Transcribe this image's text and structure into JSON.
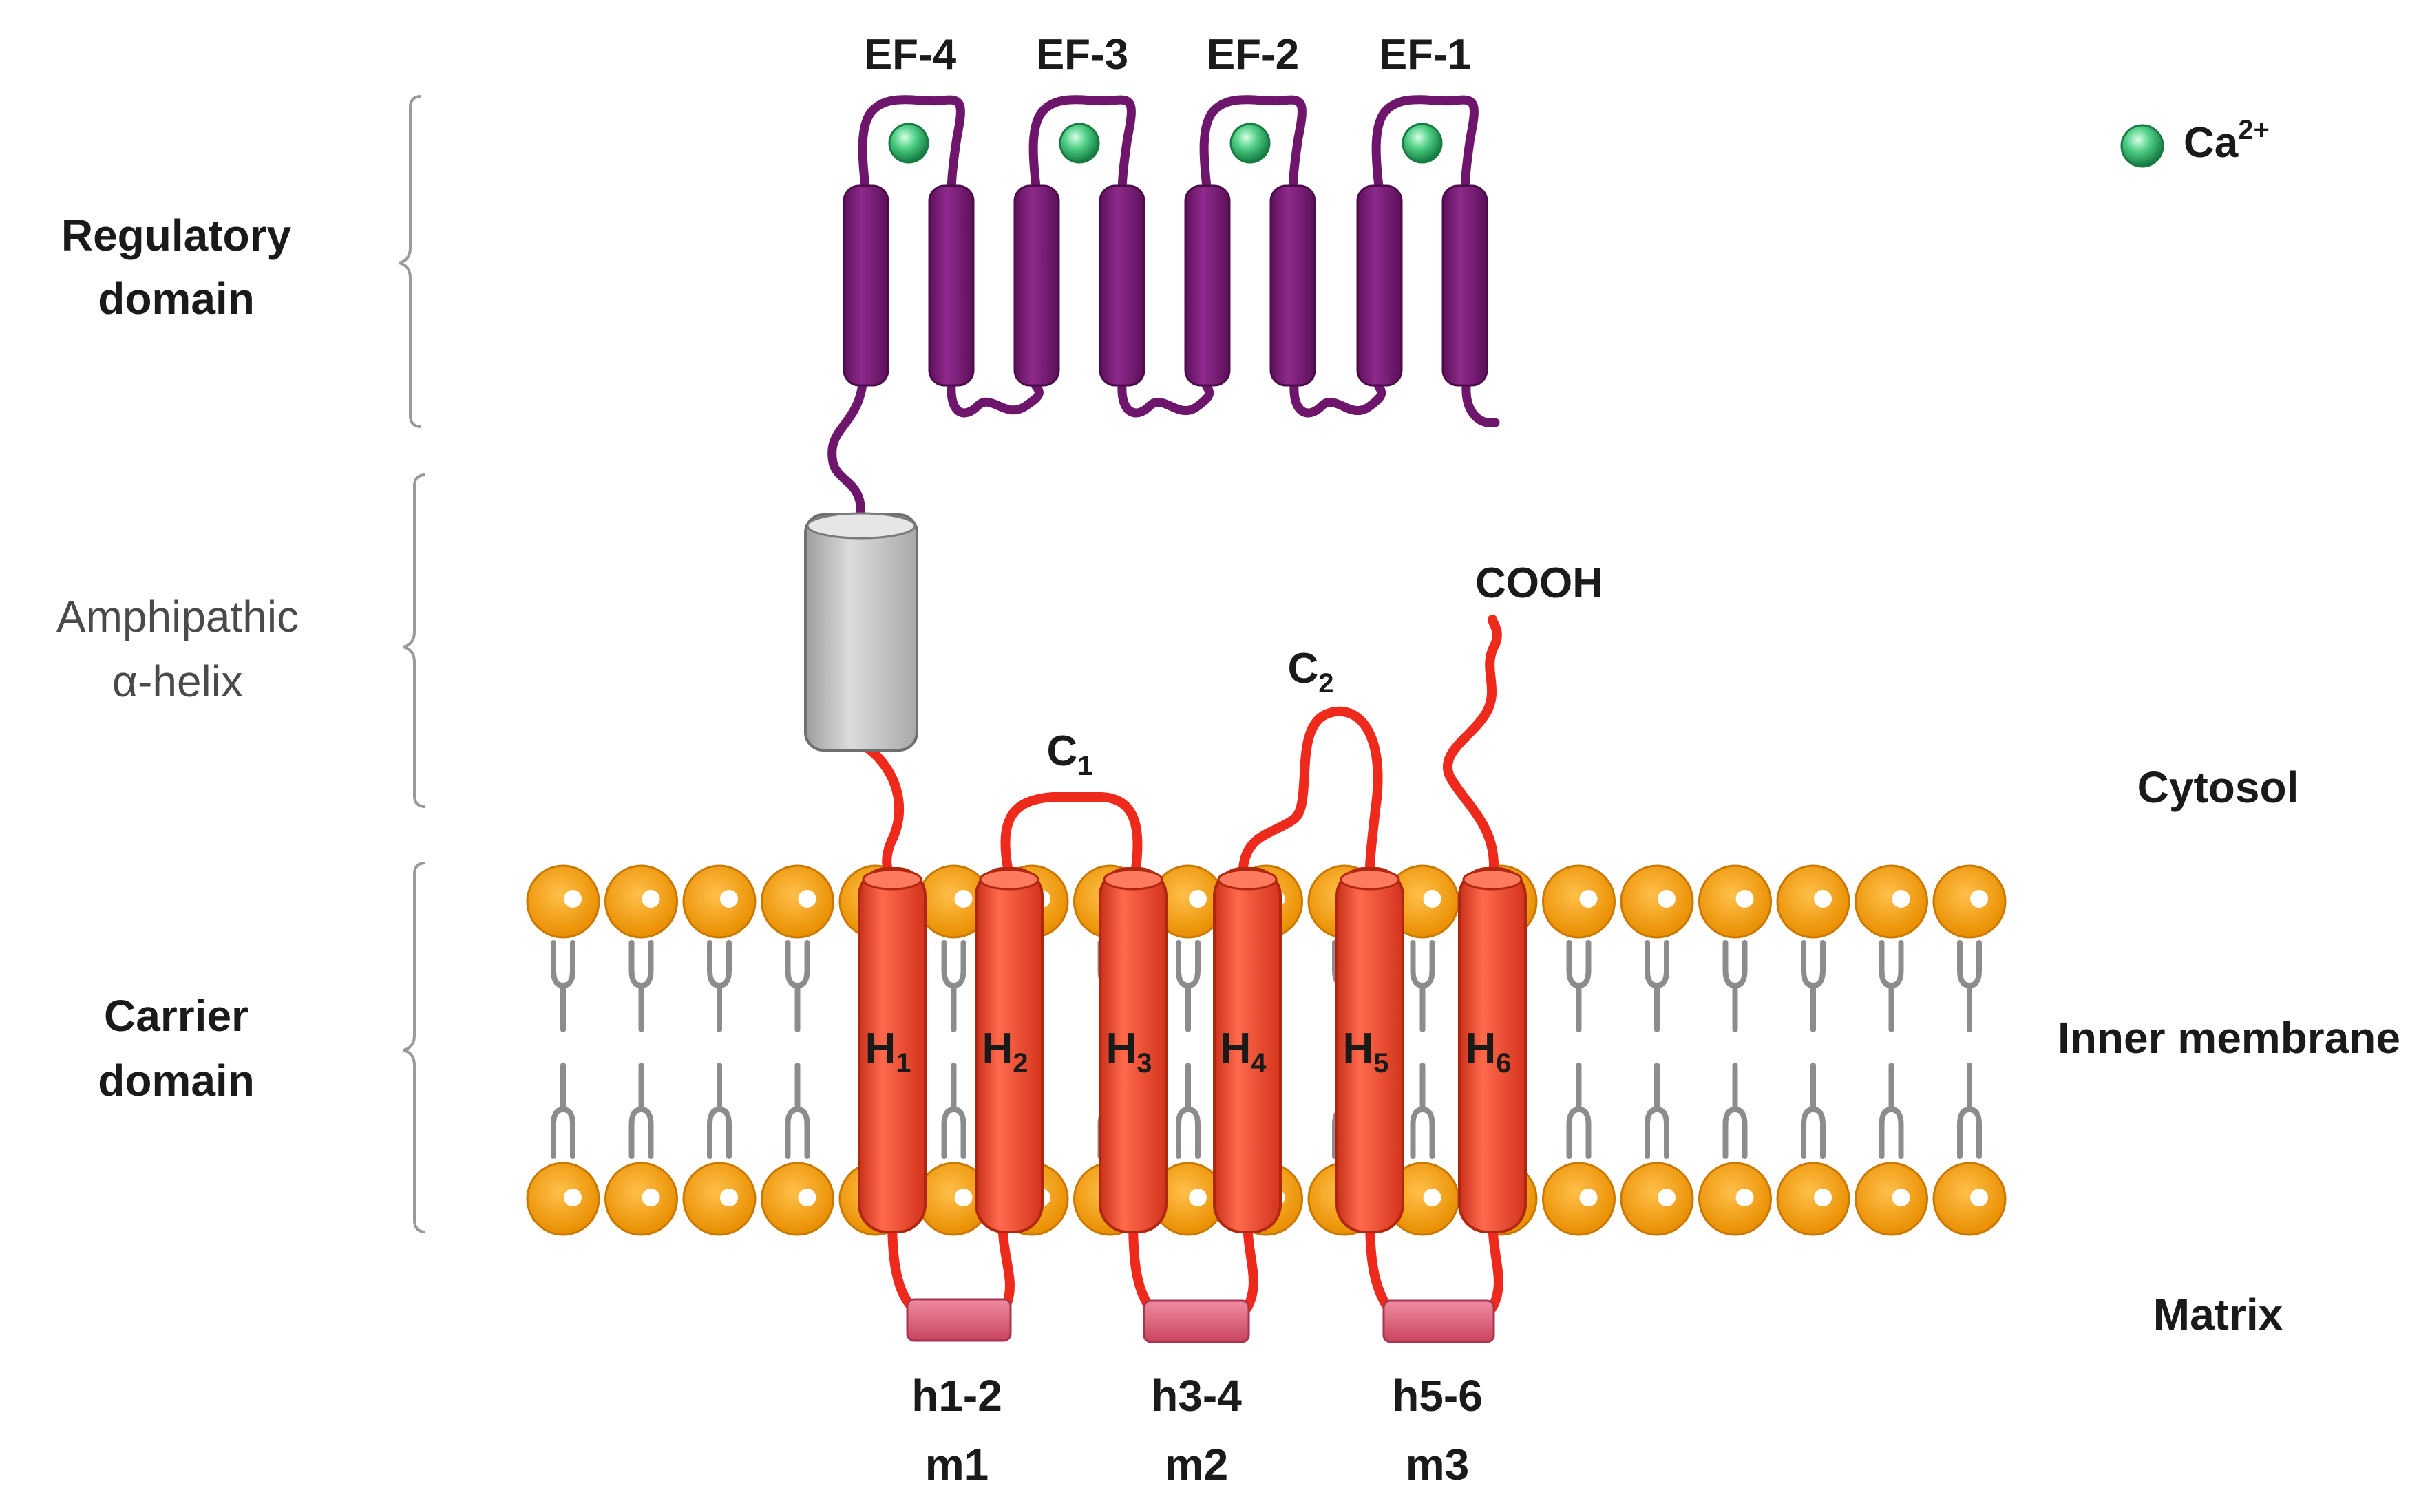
{
  "legend": {
    "text": "Ca",
    "sup": "2+"
  },
  "ef_hands": [
    "EF-4",
    "EF-3",
    "EF-2",
    "EF-1"
  ],
  "domains": {
    "regulatory": [
      "Regulatory",
      "domain"
    ],
    "amphipathic": [
      "Amphipathic",
      "α-helix"
    ],
    "carrier": [
      "Carrier",
      "domain"
    ]
  },
  "regions": {
    "cytosol": "Cytosol",
    "membrane": "Inner membrane",
    "matrix": "Matrix"
  },
  "terminus": "COOH",
  "loops": [
    {
      "base": "C",
      "sub": "1"
    },
    {
      "base": "C",
      "sub": "2"
    }
  ],
  "helices": [
    {
      "base": "H",
      "sub": "1"
    },
    {
      "base": "H",
      "sub": "2"
    },
    {
      "base": "H",
      "sub": "3"
    },
    {
      "base": "H",
      "sub": "4"
    },
    {
      "base": "H",
      "sub": "5"
    },
    {
      "base": "H",
      "sub": "6"
    }
  ],
  "matrix_motifs": [
    {
      "h": "h1-2",
      "m": "m1"
    },
    {
      "h": "h3-4",
      "m": "m2"
    },
    {
      "h": "h5-6",
      "m": "m3"
    }
  ],
  "colors": {
    "ef_purple": "#7a1878",
    "ef_purple_dark": "#53104f",
    "calcium": "#2db36a",
    "helix_red": "#f0452a",
    "helix_red_dark": "#c22a14",
    "loop_red": "#ee2a1c",
    "lipid_head": "#f5a010",
    "lipid_tail": "#8c8c8c",
    "amphipathic_gray": "#b9b9b9",
    "matrix_pink": "#e0607a",
    "bracket": "#9a9a9a"
  }
}
